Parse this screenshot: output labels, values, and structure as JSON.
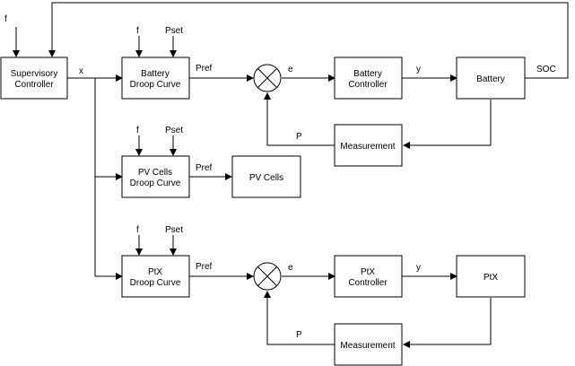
{
  "blocks": {
    "supervisory": {
      "line1": "Supervisory",
      "line2": "Controller"
    },
    "battery_droop": {
      "line1": "Battery",
      "line2": "Droop Curve"
    },
    "battery_controller": {
      "line1": "Battery",
      "line2": "Controller"
    },
    "battery": {
      "label": "Battery"
    },
    "measurement_top": {
      "label": "Measurement"
    },
    "pv_droop": {
      "line1": "PV Cells",
      "line2": "Droop Curve"
    },
    "pv_cells": {
      "label": "PV Cells"
    },
    "ptx_droop": {
      "line1": "PtX",
      "line2": "Droop Curve"
    },
    "ptx_controller": {
      "line1": "PtX",
      "line2": "Controller"
    },
    "ptx": {
      "label": "PtX"
    },
    "measurement_bottom": {
      "label": "Measurement"
    }
  },
  "signals": {
    "f": "f",
    "pset": "Pset",
    "x": "x",
    "pref": "Pref",
    "e": "e",
    "y": "y",
    "soc": "SOC",
    "p": "P"
  }
}
